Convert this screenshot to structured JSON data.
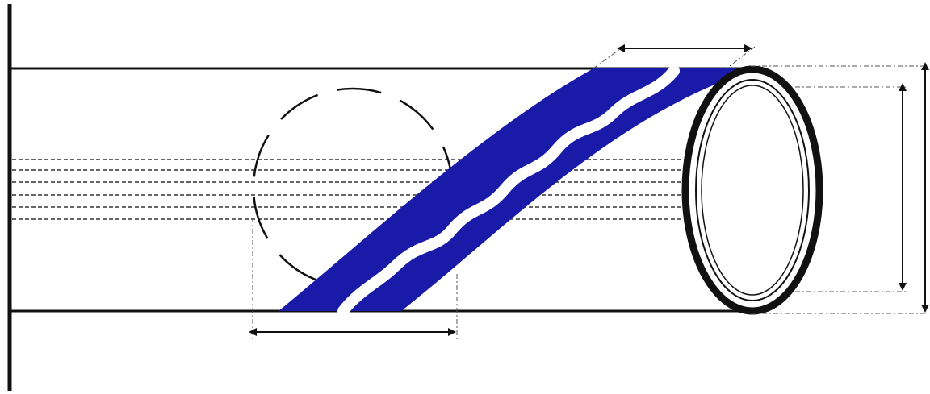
{
  "diagram": {
    "description_free": true,
    "colors": {
      "line": "#111111",
      "band": "#1a1aa8",
      "wave": "#ffffff",
      "background": "#ffffff",
      "dashed": "#333333"
    },
    "elements": [
      "wall-line",
      "pipe-top-edge",
      "pipe-bottom-edge",
      "dashed-lines",
      "dashed-circle",
      "spiral-band",
      "wave-stripe",
      "end-ellipse",
      "dimension-arrows"
    ]
  }
}
